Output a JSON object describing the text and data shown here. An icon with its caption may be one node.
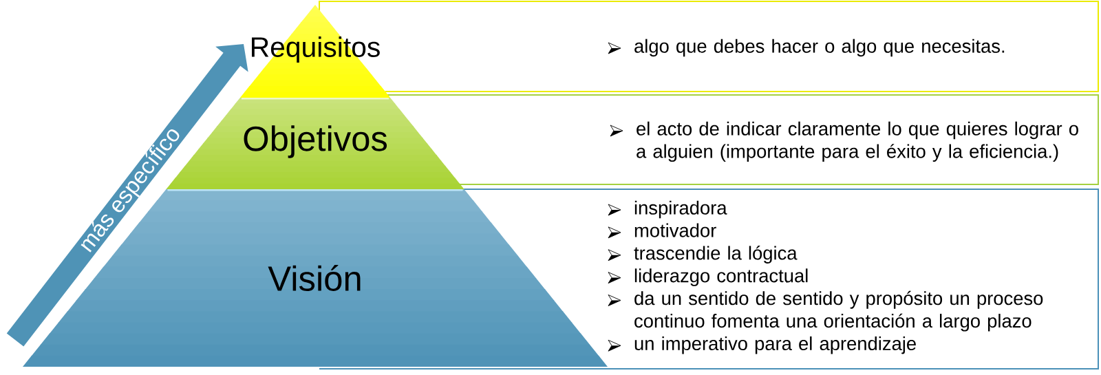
{
  "diagram": {
    "nodes": [
      {
        "text": [
          "Requisitos"
        ]
      },
      {
        "text": [
          "algo que debes hacer o algo que necesitas."
        ]
      },
      {
        "text": [
          "Objetivos"
        ]
      },
      {
        "text": [
          "el acto de indicar claramente lo que quieres lograr o a alguien (importante para el éxito y la eficiencia.)"
        ]
      },
      {
        "text": [
          "Visión"
        ]
      },
      {
        "text": [
          "inspiradora",
          "motivador",
          "trascendie la lógica",
          "liderazgo contractual",
          "da un sentido de sentido y propósito un proceso continuo fomenta una orientación a largo plazo",
          "un imperativo para el aprendizaje"
        ]
      }
    ],
    "labels": [
      "más específico"
    ]
  }
}
